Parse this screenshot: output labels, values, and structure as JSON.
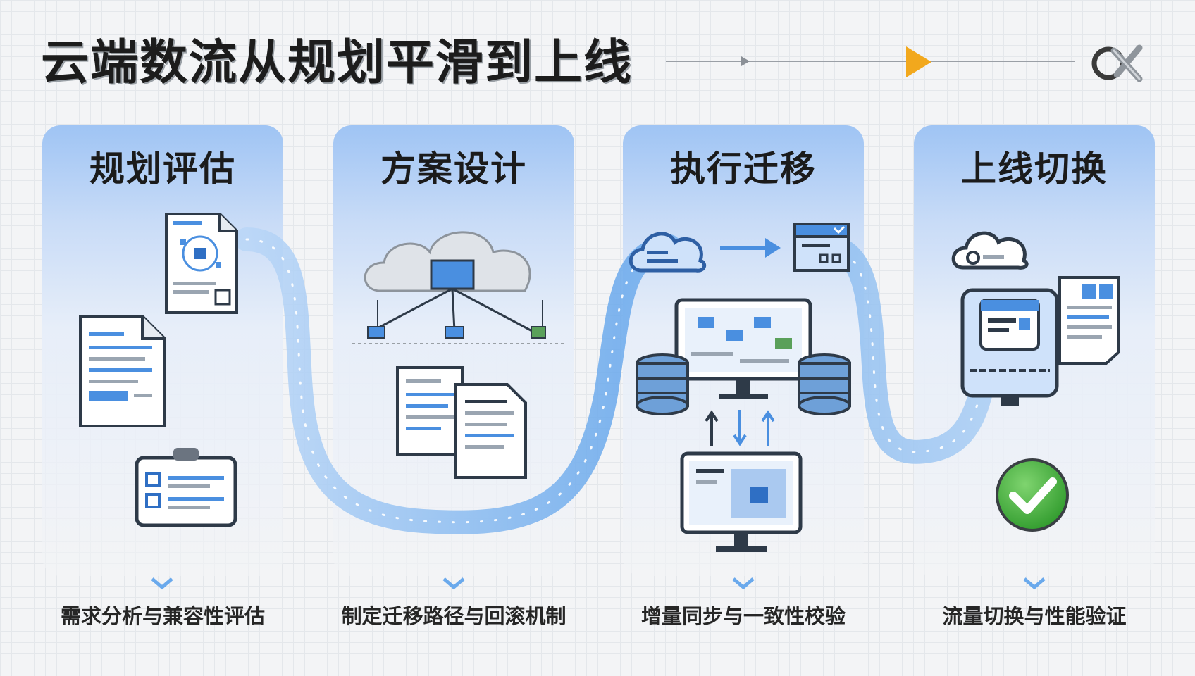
{
  "header": {
    "title": "云端数流从规划平滑到上线"
  },
  "stages": [
    {
      "title": "规划评估",
      "caption": "需求分析与兼容性评估"
    },
    {
      "title": "方案设计",
      "caption": "制定迁移路径与回滚机制"
    },
    {
      "title": "执行迁移",
      "caption": "增量同步与一致性校验"
    },
    {
      "title": "上线切换",
      "caption": "流量切换与性能验证"
    }
  ],
  "colors": {
    "accent_blue": "#4a90e2",
    "arrow_orange": "#f2a81d",
    "success_green": "#3fae3a",
    "title_text": "#1c1c1c"
  }
}
